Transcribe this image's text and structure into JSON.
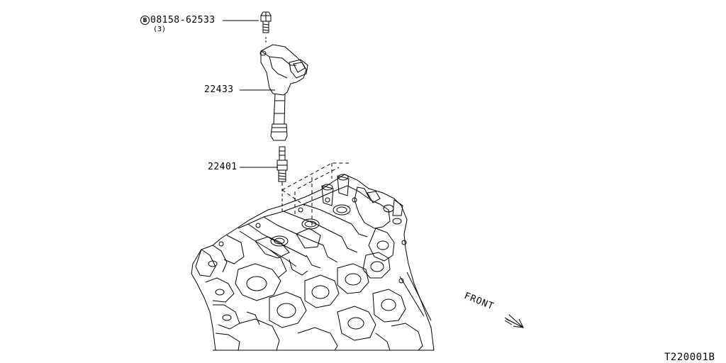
{
  "callouts": {
    "bolt": {
      "bolt_mark": "B",
      "part_number": "08158-62533",
      "quantity": "(3)"
    },
    "ignition_coil": {
      "part_number": "22433"
    },
    "spark_plug": {
      "part_number": "22401"
    }
  },
  "direction": {
    "label": "FRONT"
  },
  "figure_code": "T220001B"
}
